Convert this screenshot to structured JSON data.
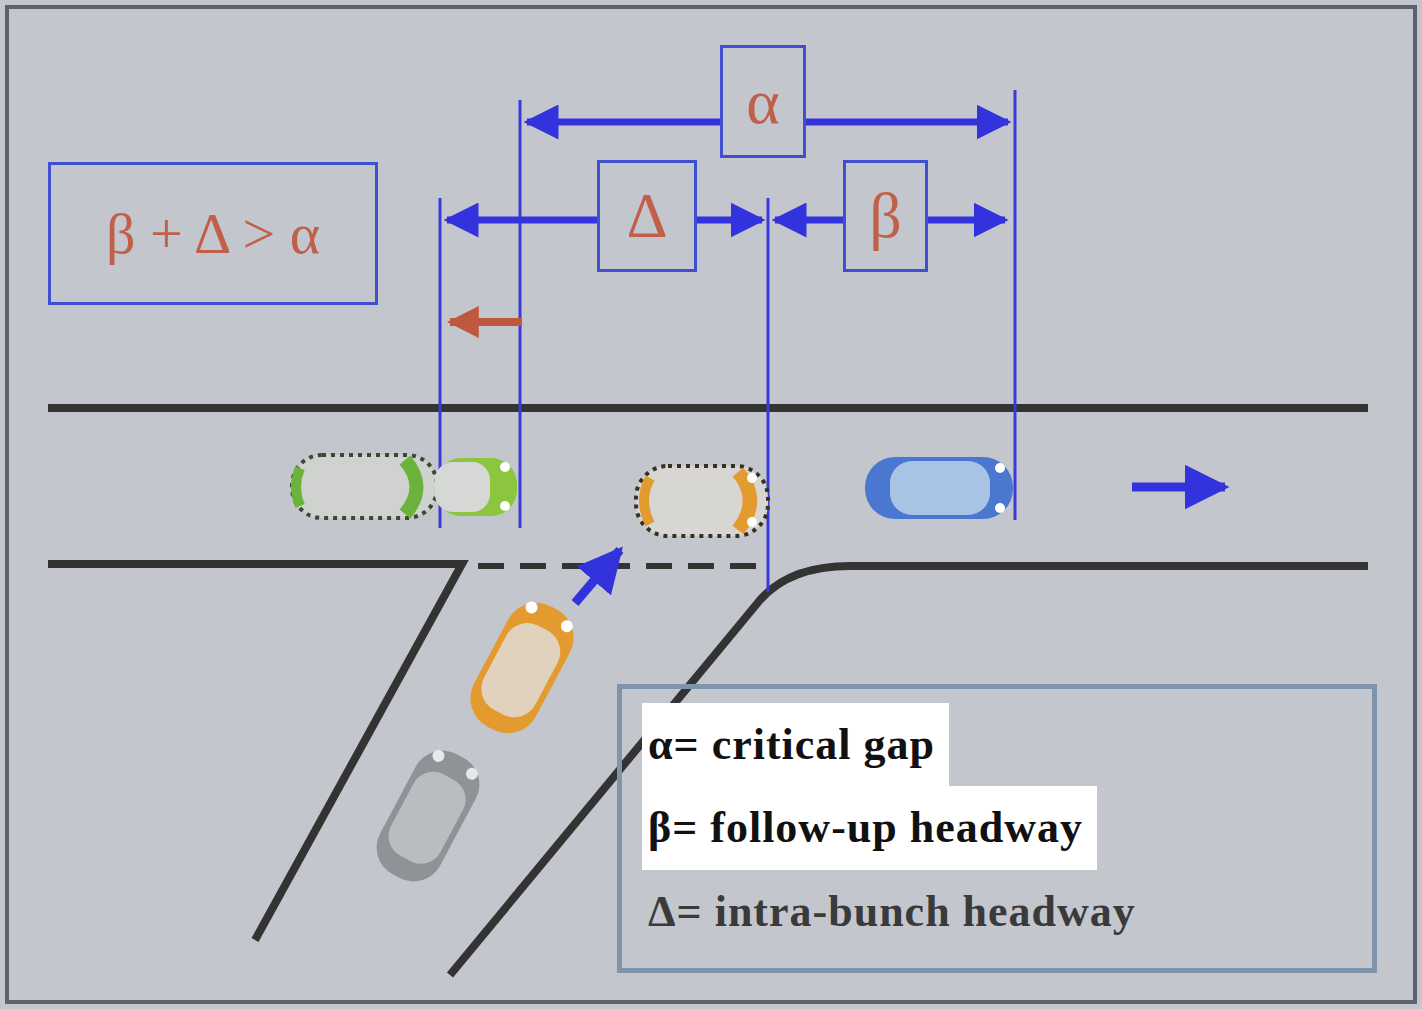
{
  "diagram": {
    "nodes": [
      {
        "text": [
          "α"
        ]
      },
      {
        "text": [
          "β + Δ > α"
        ]
      },
      {
        "text": [
          "Δ"
        ]
      },
      {
        "text": [
          "β"
        ]
      },
      {
        "text": [
          "α= critical gap",
          "β= follow-up headway",
          "Δ= intra-bunch headway"
        ]
      }
    ]
  }
}
